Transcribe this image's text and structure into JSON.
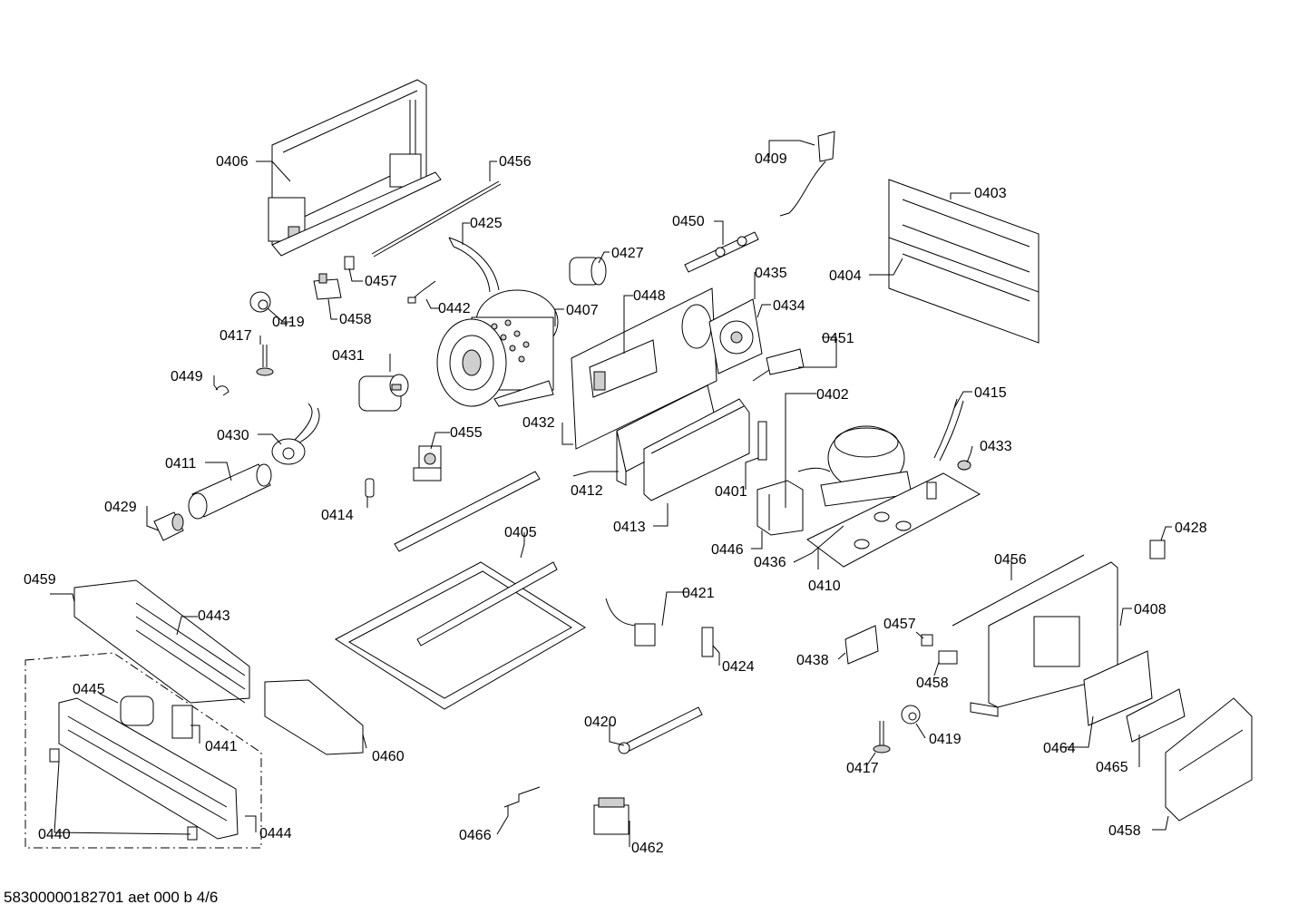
{
  "labels": [
    "0406",
    "0456",
    "0425",
    "0457",
    "0442",
    "0458",
    "0419",
    "0417",
    "0449",
    "0431",
    "0407",
    "0448",
    "0427",
    "0450",
    "0409",
    "0435",
    "0434",
    "0403",
    "0404",
    "0451",
    "0430",
    "0411",
    "0429",
    "0414",
    "0455",
    "0432",
    "0412",
    "0413",
    "0401",
    "0402",
    "0415",
    "0433",
    "0446",
    "0436",
    "0410",
    "0405",
    "0459",
    "0443",
    "0445",
    "0441",
    "0440",
    "0444",
    "0460",
    "0421",
    "0424",
    "0420",
    "0466",
    "0462",
    "0438",
    "0457",
    "0458",
    "0419",
    "0417",
    "0456",
    "0408",
    "0428",
    "0464",
    "0465",
    "0458"
  ],
  "footer": "58300000182701 aet 000 b 4/6"
}
